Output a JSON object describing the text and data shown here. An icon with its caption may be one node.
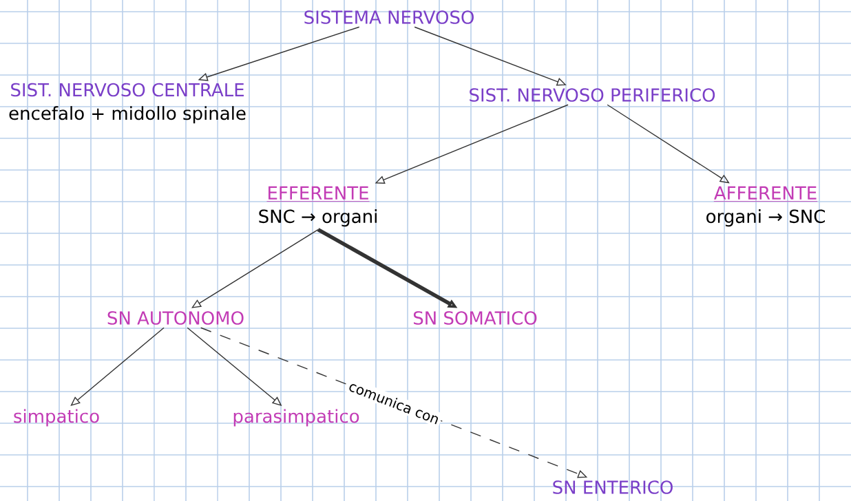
{
  "diagram": {
    "nodes": [
      {
        "text": [
          "SISTEMA NERVOSO"
        ]
      },
      {
        "text": [
          "SIST. NERVOSO CENTRALE",
          "encefalo + midollo spinale"
        ]
      },
      {
        "text": [
          "SIST. NERVOSO PERIFERICO"
        ]
      },
      {
        "text": [
          "EFFERENTE",
          "SNC → organi"
        ]
      },
      {
        "text": [
          "AFFERENTE",
          "organi → SNC"
        ]
      },
      {
        "text": [
          "SN AUTONOMO"
        ]
      },
      {
        "text": [
          "SN SOMATICO"
        ]
      },
      {
        "text": [
          "simpatico"
        ]
      },
      {
        "text": [
          "parasimpatico"
        ]
      },
      {
        "text": [
          "SN ENTERICO"
        ]
      }
    ],
    "edges": [
      {
        "from": 0,
        "to": 1,
        "arrow": "to"
      },
      {
        "from": 0,
        "to": 2,
        "arrow": "to"
      },
      {
        "from": 2,
        "to": 3,
        "arrow": "to"
      },
      {
        "from": 2,
        "to": 4,
        "arrow": "to"
      },
      {
        "from": 3,
        "to": 5,
        "arrow": "to"
      },
      {
        "from": 3,
        "to": 6,
        "arrow": "to",
        "style": "thick"
      },
      {
        "from": 5,
        "to": 7,
        "arrow": "to"
      },
      {
        "from": 5,
        "to": 8,
        "arrow": "to"
      },
      {
        "from": 5,
        "to": 9,
        "arrow": "to",
        "style": "dashed",
        "label": "comunica con"
      }
    ]
  }
}
